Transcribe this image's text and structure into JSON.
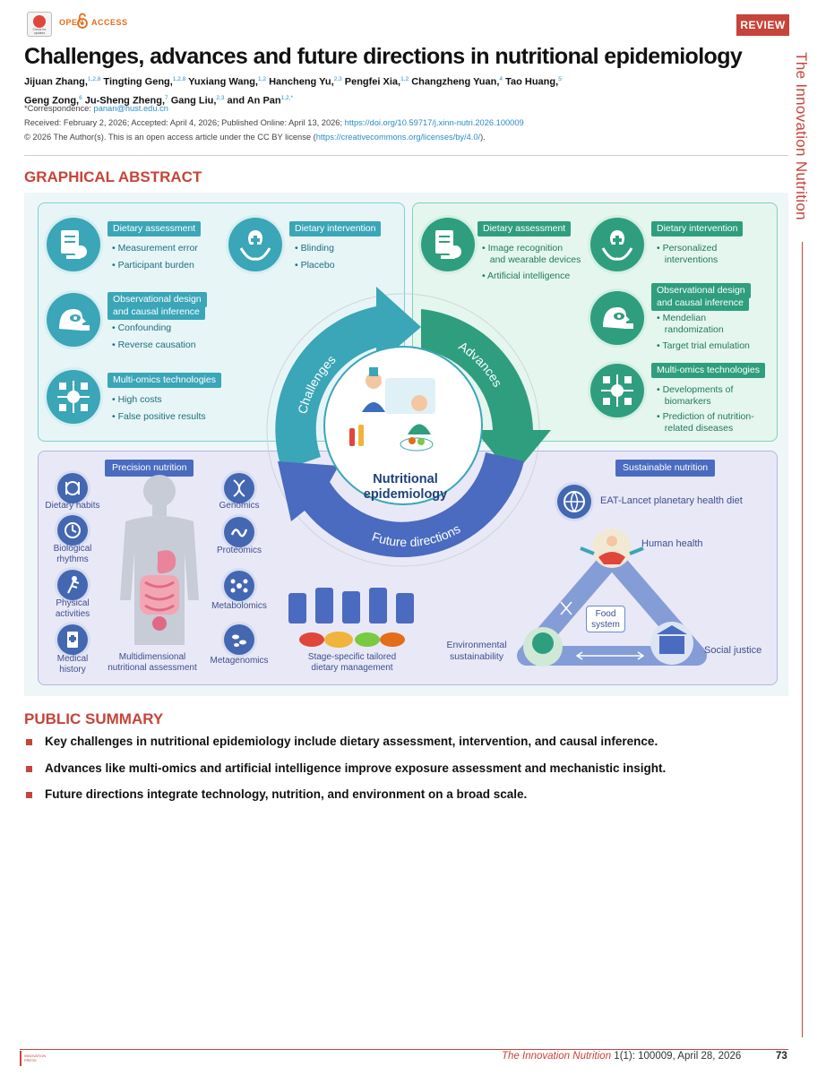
{
  "header": {
    "check_updates": "Check for updates",
    "open_access_left": "OPEN",
    "open_access_right": "ACCESS",
    "badge": "REVIEW",
    "journal_side": "The Innovation Nutrition"
  },
  "article": {
    "title": "Challenges, advances and future directions in nutritional epidemiology",
    "authors_line1": [
      {
        "name": "Jijuan Zhang,",
        "sup": "1,2,8"
      },
      {
        "name": " Tingting Geng,",
        "sup": "1,2,8"
      },
      {
        "name": " Yuxiang Wang,",
        "sup": "1,2"
      },
      {
        "name": " Hancheng Yu,",
        "sup": "2,3"
      },
      {
        "name": " Pengfei Xia,",
        "sup": "1,2"
      },
      {
        "name": " Changzheng Yuan,",
        "sup": "4"
      },
      {
        "name": " Tao Huang,",
        "sup": "5"
      }
    ],
    "authors_line2": [
      {
        "name": "Geng Zong,",
        "sup": "6"
      },
      {
        "name": " Ju-Sheng Zheng,",
        "sup": "7"
      },
      {
        "name": " Gang Liu,",
        "sup": "2,3"
      },
      {
        "name": " and An Pan",
        "sup": "1,2,*"
      }
    ],
    "correspondence_label": "*Correspondence: ",
    "correspondence_email": "panan@hust.edu.cn",
    "dates": "Received: February 2, 2026; Accepted: April 4, 2026; Published Online: April 13, 2026; ",
    "doi": "https://doi.org/10.59717/j.xinn-nutri.2026.100009",
    "license_pre": "© 2026 The Author(s). This is an open access article under the CC BY license (",
    "license_link": "https://creativecommons.org/licenses/by/4.0/",
    "license_post": ")."
  },
  "graphical_abstract": {
    "heading": "GRAPHICAL ABSTRACT",
    "center_line1": "Nutritional",
    "center_line2": "epidemiology",
    "arc_challenges": "Challenges",
    "arc_advances": "Advances",
    "arc_future": "Future directions",
    "challenges": {
      "dietary_assessment": {
        "label": "Dietary assessment",
        "items": [
          "• Measurement error",
          "• Participant burden"
        ]
      },
      "dietary_intervention": {
        "label": "Dietary intervention",
        "items": [
          "• Blinding",
          "• Placebo"
        ]
      },
      "observational": {
        "label1": "Observational design",
        "label2": "and causal inference",
        "items": [
          "• Confounding",
          "• Reverse causation"
        ]
      },
      "multiomics": {
        "label": "Multi-omics technologies",
        "items": [
          "• High costs",
          "• False positive results"
        ]
      }
    },
    "advances": {
      "dietary_assessment": {
        "label": "Dietary assessment",
        "items": [
          "• Image recognition",
          "   and wearable devices",
          "• Artificial intelligence"
        ]
      },
      "dietary_intervention": {
        "label": "Dietary intervention",
        "items": [
          "• Personalized",
          "   interventions"
        ]
      },
      "observational": {
        "label1": "Observational design",
        "label2": "and causal inference",
        "items": [
          "• Mendelian",
          "   randomization",
          "• Target trial emulation"
        ]
      },
      "multiomics": {
        "label": "Multi-omics technologies",
        "items": [
          "• Developments of",
          "   biomarkers",
          "• Prediction of nutrition-",
          "   related diseases"
        ]
      }
    },
    "precision": {
      "label": "Precision nutrition",
      "left": [
        "Dietary habits",
        "Biological rhythms",
        "Physical activities",
        "Medical history"
      ],
      "right": [
        "Genomics",
        "Proteomics",
        "Metabolomics",
        "Metagenomics"
      ],
      "body_caption1": "Multidimensional",
      "body_caption2": "nutritional assessment",
      "diet_caption1": "Stage-specific tailored",
      "diet_caption2": "dietary management"
    },
    "sustainable": {
      "label": "Sustainable nutrition",
      "eat_lancet": "EAT-Lancet planetary health diet",
      "human_health": "Human health",
      "food_system1": "Food",
      "food_system2": "system",
      "environmental1": "Environmental",
      "environmental2": "sustainability",
      "social_justice": "Social justice"
    }
  },
  "public_summary": {
    "heading": "PUBLIC SUMMARY",
    "items": [
      "Key challenges in nutritional epidemiology include dietary assessment, intervention, and causal inference.",
      "Advances like multi-omics and artificial intelligence improve exposure assessment and mechanistic insight.",
      "Future directions integrate technology, nutrition, and environment on a broad scale."
    ]
  },
  "footer": {
    "logo_text1": "INNOVATION",
    "logo_text2": "PRESS",
    "journal": "The Innovation Nutrition",
    "citation": " 1(1): 100009, April 28, 2026",
    "page": "73"
  },
  "colors": {
    "accent": "#c7443a",
    "teal": "#3aa6b7",
    "green": "#2f9e7e",
    "indigo": "#4a6bbf",
    "link": "#2a8cc7"
  }
}
